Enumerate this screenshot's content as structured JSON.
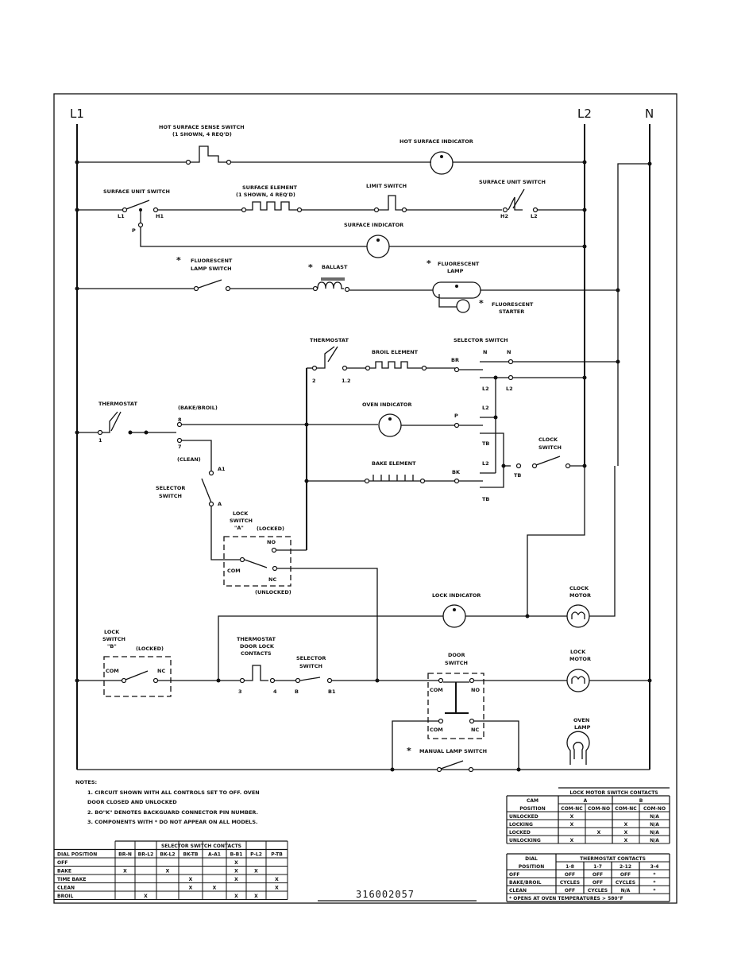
{
  "diagram": {
    "part_number": "316002057",
    "bus_labels": {
      "l1": "L1",
      "l2": "L2",
      "n": "N"
    },
    "components": {
      "hot_surface_sense_switch": "HOT SURFACE SENSE SWITCH",
      "hot_surface_sense_switch_note": "(1 SHOWN, 4 REQ'D)",
      "hot_surface_indicator": "HOT SURFACE INDICATOR",
      "surface_unit_switch_left": "SURFACE UNIT SWITCH",
      "surface_element": "SURFACE ELEMENT",
      "surface_element_note": "(1 SHOWN, 4 REQ'D)",
      "limit_switch": "LIMIT SWITCH",
      "surface_unit_switch_right": "SURFACE UNIT SWITCH",
      "surface_indicator": "SURFACE INDICATOR",
      "fluorescent_lamp_switch_1": "FLUORESCENT",
      "fluorescent_lamp_switch_2": "LAMP SWITCH",
      "ballast": "BALLAST",
      "fluorescent_lamp_1": "FLUORESCENT",
      "fluorescent_lamp_2": "LAMP",
      "fluorescent_starter_1": "FLUORESCENT",
      "fluorescent_starter_2": "STARTER",
      "thermostat_upper": "THERMOSTAT",
      "broil_element": "BROIL ELEMENT",
      "selector_switch_upper": "SELECTOR SWITCH",
      "thermostat_left": "THERMOSTAT",
      "bake_broil": "(BAKE/BROIL)",
      "clean": "(CLEAN)",
      "selector_switch_left_1": "SELECTOR",
      "selector_switch_left_2": "SWITCH",
      "oven_indicator": "OVEN INDICATOR",
      "bake_element": "BAKE ELEMENT",
      "clock_switch_1": "CLOCK",
      "clock_switch_2": "SWITCH",
      "lock_switch_a_1": "LOCK",
      "lock_switch_a_2": "SWITCH",
      "lock_switch_a_3": "\"A\"",
      "locked": "(LOCKED)",
      "unlocked": "(UNLOCKED)",
      "lock_indicator": "LOCK INDICATOR",
      "clock_motor_1": "CLOCK",
      "clock_motor_2": "MOTOR",
      "lock_switch_b_1": "LOCK",
      "lock_switch_b_2": "SWITCH",
      "lock_switch_b_3": "\"B\"",
      "locked_b": "(LOCKED)",
      "thermostat_door_lock_1": "THERMOSTAT",
      "thermostat_door_lock_2": "DOOR LOCK",
      "thermostat_door_lock_3": "CONTACTS",
      "selector_switch_lower_1": "SELECTOR",
      "selector_switch_lower_2": "SWITCH",
      "door_switch_1": "DOOR",
      "door_switch_2": "SWITCH",
      "lock_motor_1": "LOCK",
      "lock_motor_2": "MOTOR",
      "oven_lamp_1": "OVEN",
      "oven_lamp_2": "LAMP",
      "manual_lamp_switch": "MANUAL LAMP SWITCH",
      "asterisk": "*"
    },
    "terminals": {
      "l1": "L1",
      "h1": "H1",
      "p": "P",
      "h2": "H2",
      "l2": "L2",
      "t2": "2",
      "t12": "1.2",
      "br": "BR",
      "n": "N",
      "l2b": "L2",
      "t1": "1",
      "t8": "8",
      "t7": "7",
      "a1": "A1",
      "a": "A",
      "no": "NO",
      "com": "COM",
      "nc": "NC",
      "pp": "P",
      "tb": "TB",
      "bk": "BK",
      "t3": "3",
      "t4": "4",
      "b": "B",
      "b1": "B1"
    }
  },
  "notes": {
    "title": "NOTES:",
    "items": [
      "1. CIRCUIT SHOWN WITH ALL CONTROLS SET TO OFF. OVEN",
      "   DOOR CLOSED AND UNLOCKED",
      "2. BO\"K\" DENOTES BACKGUARD CONNECTOR PIN NUMBER.",
      "3. COMPONENTS WITH * DO NOT APPEAR ON ALL MODELS."
    ]
  },
  "selector_table": {
    "title": "SELECTOR SWITCH CONTACTS",
    "columns": [
      "DIAL POSITION",
      "BR-N",
      "BR-L2",
      "BK-L2",
      "BK-TB",
      "A-A1",
      "B-B1",
      "P-L2",
      "P-TB"
    ],
    "rows": [
      [
        "OFF",
        "",
        "",
        "",
        "",
        "",
        "X",
        "",
        ""
      ],
      [
        "BAKE",
        "X",
        "",
        "X",
        "",
        "",
        "X",
        "X",
        ""
      ],
      [
        "TIME BAKE",
        "",
        "",
        "",
        "X",
        "",
        "X",
        "",
        "X"
      ],
      [
        "CLEAN",
        "",
        "",
        "",
        "X",
        "X",
        "",
        "",
        "X"
      ],
      [
        "BROIL",
        "",
        "X",
        "",
        "",
        "",
        "X",
        "X",
        ""
      ]
    ]
  },
  "lock_motor_table": {
    "title": "LOCK MOTOR SWITCH CONTACTS",
    "cam_header": "CAM POSITION",
    "groups": [
      "A",
      "B"
    ],
    "columns": [
      "COM-NC",
      "COM-NO",
      "COM-NC",
      "COM-NO"
    ],
    "rows": [
      [
        "UNLOCKED",
        "X",
        "",
        "",
        "N/A"
      ],
      [
        "LOCKING",
        "X",
        "",
        "X",
        "N/A"
      ],
      [
        "LOCKED",
        "",
        "X",
        "X",
        "N/A"
      ],
      [
        "UNLOCKING",
        "X",
        "",
        "X",
        "N/A"
      ]
    ]
  },
  "thermostat_table": {
    "title": "THERMOSTAT CONTACTS",
    "dial_header": "DIAL POSITION",
    "columns": [
      "1-8",
      "1-7",
      "2-12",
      "3-4"
    ],
    "rows": [
      [
        "OFF",
        "OFF",
        "OFF",
        "OFF",
        "*"
      ],
      [
        "BAKE/BROIL",
        "CYCLES",
        "OFF",
        "CYCLES",
        "*"
      ],
      [
        "CLEAN",
        "OFF",
        "CYCLES",
        "N/A",
        "*"
      ]
    ],
    "footnote": "* OPENS AT OVEN TEMPERATURES > 580°F"
  }
}
